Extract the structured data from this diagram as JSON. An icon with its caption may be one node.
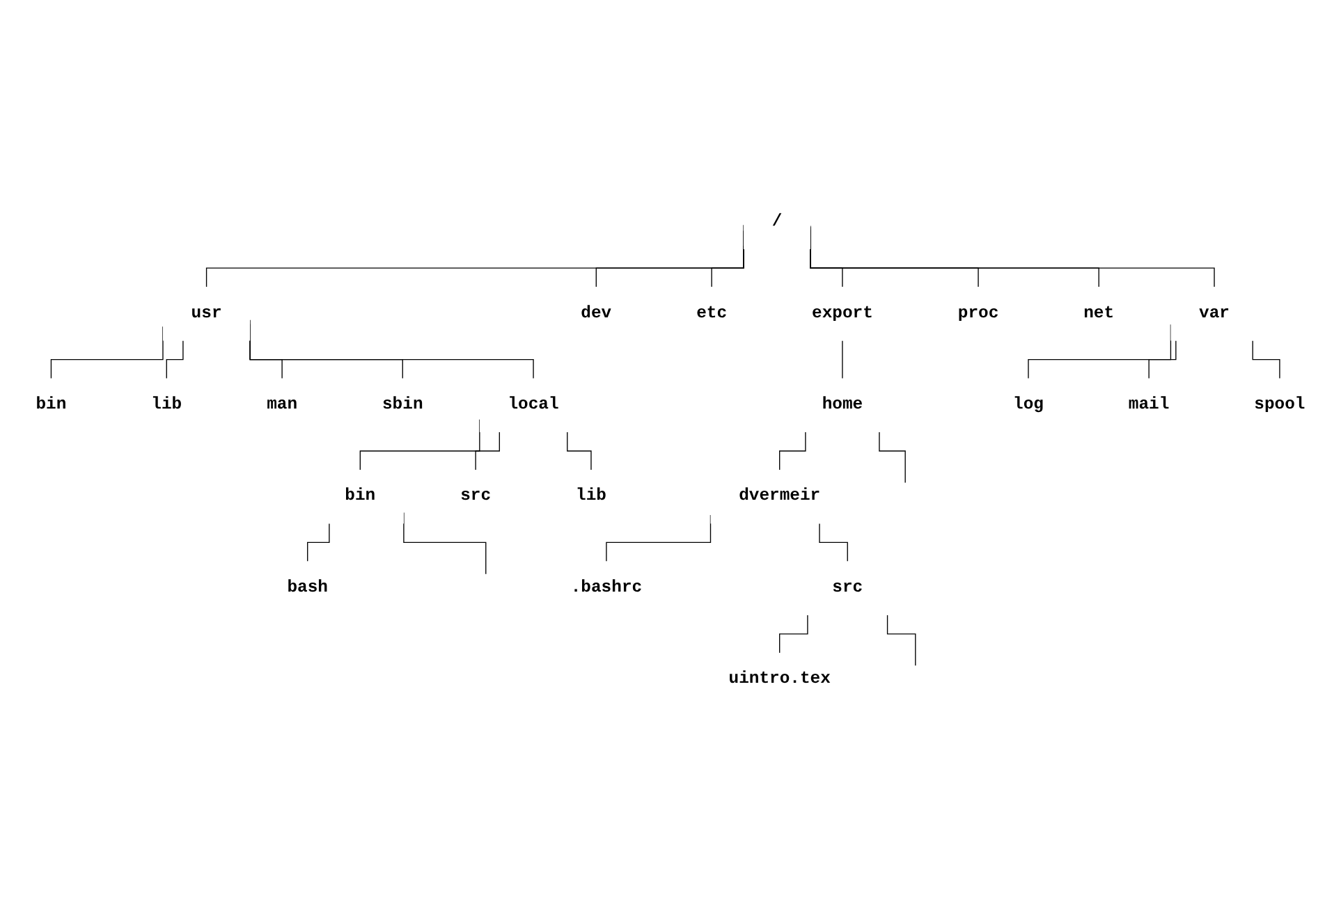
{
  "diagram": {
    "nodes": [
      {
        "text": [
          "/"
        ]
      },
      {
        "text": [
          "usr"
        ]
      },
      {
        "text": [
          "dev"
        ]
      },
      {
        "text": [
          "etc"
        ]
      },
      {
        "text": [
          "export"
        ]
      },
      {
        "text": [
          "proc"
        ]
      },
      {
        "text": [
          "net"
        ]
      },
      {
        "text": [
          "var"
        ]
      },
      {
        "text": [
          "bin"
        ]
      },
      {
        "text": [
          "lib"
        ]
      },
      {
        "text": [
          "man"
        ]
      },
      {
        "text": [
          "sbin"
        ]
      },
      {
        "text": [
          "local"
        ]
      },
      {
        "text": [
          "log"
        ]
      },
      {
        "text": [
          "mail"
        ]
      },
      {
        "text": [
          "spool"
        ]
      },
      {
        "text": [
          "home"
        ]
      },
      {
        "text": [
          "bin"
        ]
      },
      {
        "text": [
          "src"
        ]
      },
      {
        "text": [
          "lib"
        ]
      },
      {
        "text": [
          "dvermeir"
        ]
      },
      {
        "text": [
          "bash"
        ]
      },
      {
        "text": [
          ".bashrc"
        ]
      },
      {
        "text": [
          "src"
        ]
      },
      {
        "text": [
          "uintro.tex"
        ]
      }
    ],
    "edges": [
      {
        "from": 0,
        "to": 1,
        "arrow": "none"
      },
      {
        "from": 0,
        "to": 2,
        "arrow": "none"
      },
      {
        "from": 0,
        "to": 3,
        "arrow": "none"
      },
      {
        "from": 0,
        "to": 4,
        "arrow": "none"
      },
      {
        "from": 0,
        "to": 5,
        "arrow": "none"
      },
      {
        "from": 0,
        "to": 6,
        "arrow": "none"
      },
      {
        "from": 0,
        "to": 7,
        "arrow": "none"
      },
      {
        "from": 1,
        "to": 8,
        "arrow": "none"
      },
      {
        "from": 1,
        "to": 9,
        "arrow": "none"
      },
      {
        "from": 1,
        "to": 10,
        "arrow": "none"
      },
      {
        "from": 1,
        "to": 11,
        "arrow": "none"
      },
      {
        "from": 1,
        "to": 12,
        "arrow": "none"
      },
      {
        "from": 7,
        "to": 13,
        "arrow": "none"
      },
      {
        "from": 7,
        "to": 14,
        "arrow": "none"
      },
      {
        "from": 7,
        "to": 15,
        "arrow": "none"
      },
      {
        "from": 4,
        "to": 16,
        "arrow": "none"
      },
      {
        "from": 12,
        "to": 17,
        "arrow": "none"
      },
      {
        "from": 12,
        "to": 18,
        "arrow": "none"
      },
      {
        "from": 12,
        "to": 19,
        "arrow": "none"
      },
      {
        "from": 17,
        "to": 21,
        "arrow": "none"
      },
      {
        "from": 17,
        "to": null,
        "arrow": "none"
      },
      {
        "from": 16,
        "to": 20,
        "arrow": "none"
      },
      {
        "from": 16,
        "to": null,
        "arrow": "none"
      },
      {
        "from": 20,
        "to": 22,
        "arrow": "none"
      },
      {
        "from": 20,
        "to": 23,
        "arrow": "none"
      },
      {
        "from": 23,
        "to": 24,
        "arrow": "none"
      },
      {
        "from": 23,
        "to": null,
        "arrow": "none"
      }
    ]
  }
}
